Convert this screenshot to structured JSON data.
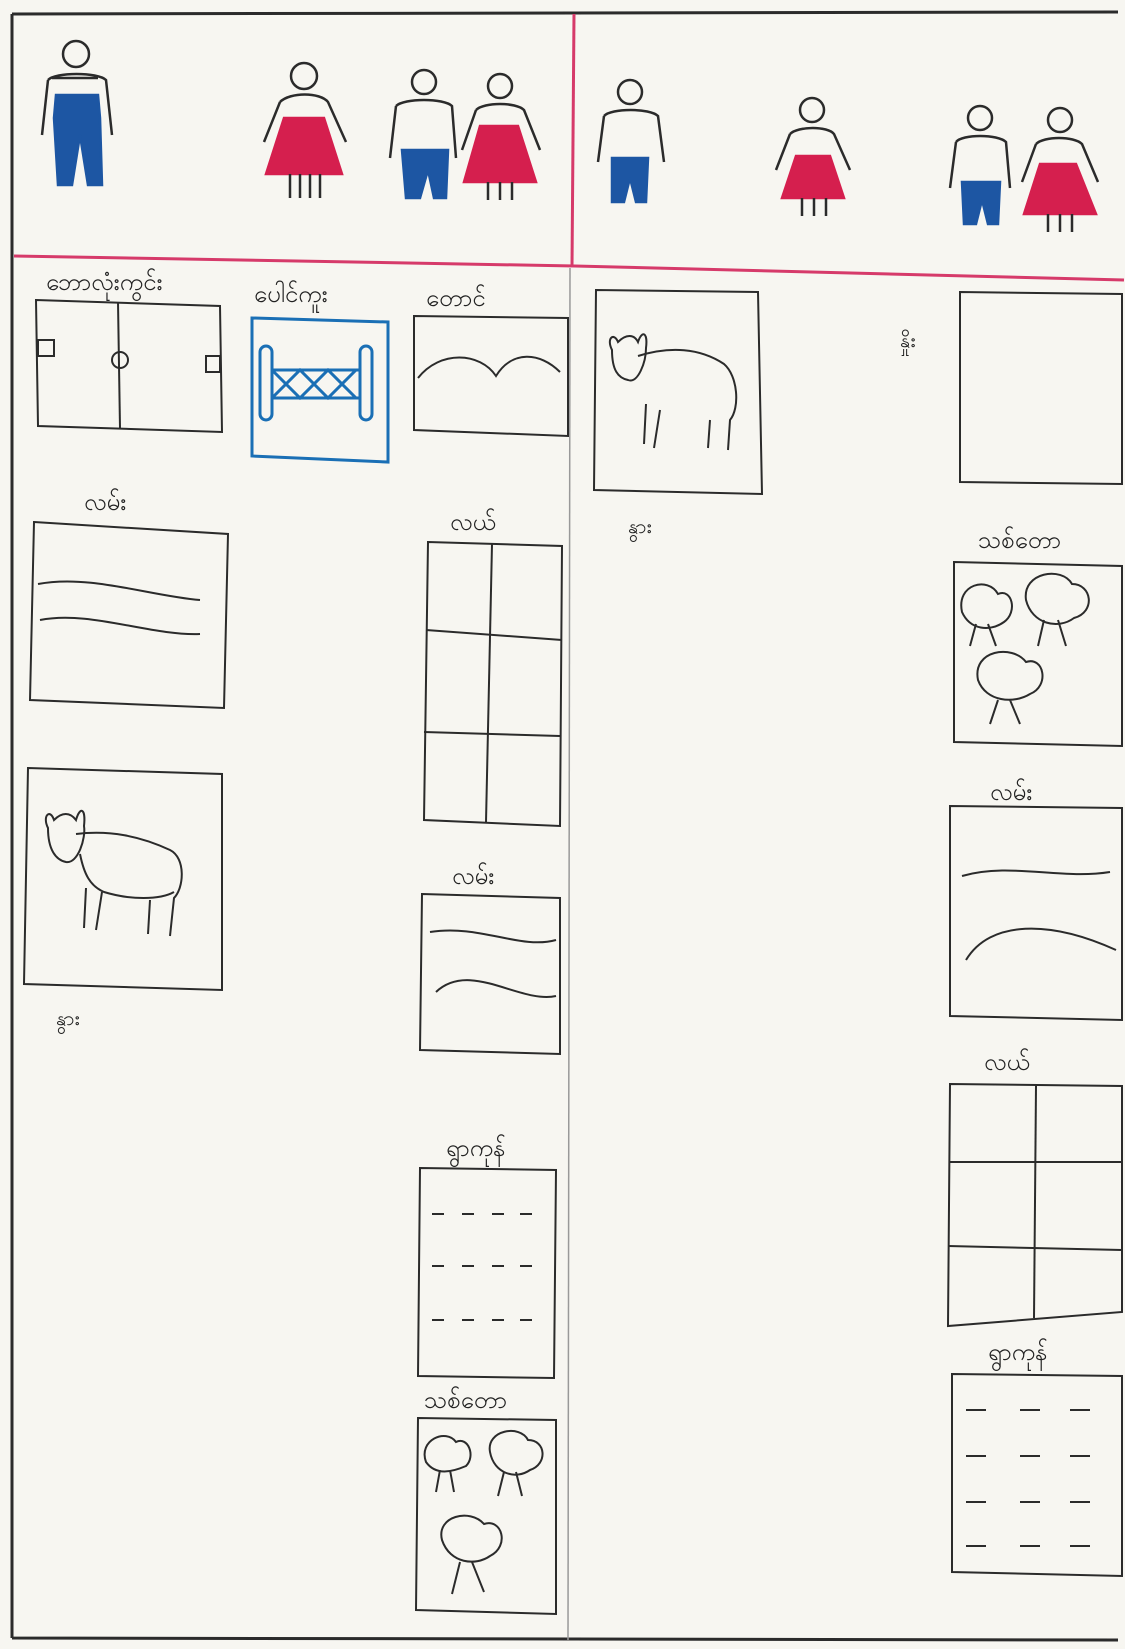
{
  "colors": {
    "ink": "#2b2b2b",
    "paper": "#f7f6f1",
    "divider_red": "#d63a6a",
    "pants_blue": "#1d56a3",
    "dress_red": "#d51f4e",
    "highlight_blue": "#1a6fb5"
  },
  "header": {
    "left_panel": {
      "figures": [
        {
          "icon": "man-figure-icon"
        },
        {
          "icon": "woman-figure-icon"
        },
        {
          "icon": "couple-figure-icon"
        }
      ]
    },
    "right_panel": {
      "figures": [
        {
          "icon": "man-figure-icon"
        },
        {
          "icon": "woman-figure-icon"
        },
        {
          "icon": "couple-figure-icon"
        }
      ]
    }
  },
  "left_panel": {
    "cards": [
      {
        "id": "football-field",
        "label": "ဘောလုံးကွင်း",
        "icon": "football-field-icon"
      },
      {
        "id": "bridge",
        "label": "ပေါင်ကူး",
        "icon": "bridge-icon",
        "highlighted": true
      },
      {
        "id": "hill",
        "label": "တောင်",
        "icon": "hill-icon"
      },
      {
        "id": "road-1",
        "label": "လမ်း",
        "icon": "road-icon"
      },
      {
        "id": "field-1",
        "label": "လယ်",
        "icon": "paddy-field-icon"
      },
      {
        "id": "cow",
        "label": "နွား",
        "icon": "cow-icon"
      },
      {
        "id": "road-2",
        "label": "လမ်း",
        "icon": "road-icon"
      },
      {
        "id": "village",
        "label": "ရွာကုန်",
        "icon": "village-icon"
      },
      {
        "id": "forest",
        "label": "သစ်တော",
        "icon": "forest-icon"
      }
    ]
  },
  "right_panel": {
    "cards": [
      {
        "id": "cow",
        "label": "နွား",
        "icon": "cow-icon"
      },
      {
        "id": "empty",
        "label": "နှိုး",
        "icon": "empty-box-icon"
      },
      {
        "id": "forest",
        "label": "သစ်တော",
        "icon": "forest-icon"
      },
      {
        "id": "road",
        "label": "လမ်း",
        "icon": "road-icon"
      },
      {
        "id": "field",
        "label": "လယ်",
        "icon": "paddy-field-icon"
      },
      {
        "id": "village",
        "label": "ရွာကုန်",
        "icon": "village-icon"
      }
    ]
  }
}
